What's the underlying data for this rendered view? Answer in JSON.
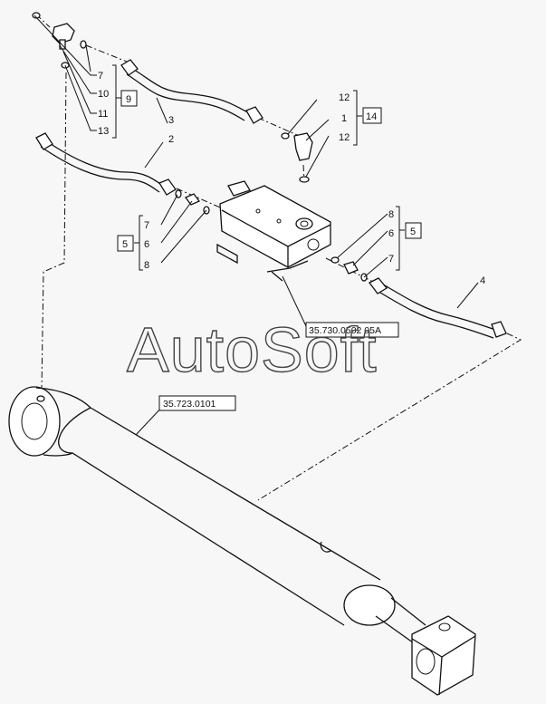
{
  "watermark": "AutoSoft",
  "refs": {
    "valve": "35.730.0502 05A",
    "cylinder": "35.723.0101"
  },
  "callouts": {
    "n1": "1",
    "n2": "2",
    "n3": "3",
    "n4": "4",
    "n7a": "7",
    "n10": "10",
    "n11": "11",
    "n13": "13",
    "n12a": "12",
    "n12b": "12",
    "n7b": "7",
    "n6a": "6",
    "n8a": "8",
    "n8b": "8",
    "n6b": "6",
    "n7c": "7"
  },
  "groups": {
    "g9": "9",
    "g14": "14",
    "g5a": "5",
    "g5b": "5"
  }
}
